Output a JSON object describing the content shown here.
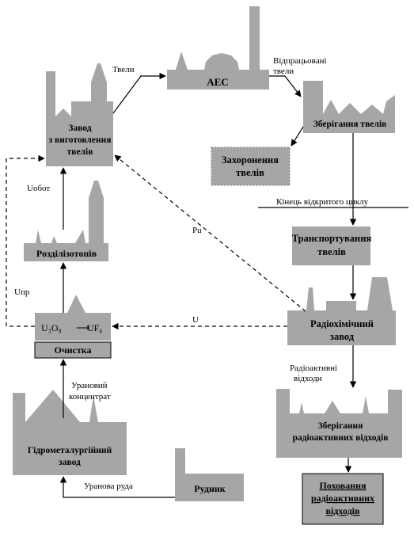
{
  "facilities": {
    "aes": "АЕС",
    "fuel_plant_line1": "Завод",
    "fuel_plant_line2": "з виготовлення",
    "fuel_plant_line3": "твелів",
    "storage": "Зберігання твелів",
    "burial_line1": "Захоронення",
    "burial_line2": "твелів",
    "transport_line1": "Транспортування",
    "transport_line2": "твелів",
    "isotope_separation": "Розділізотопів",
    "radiochem_line1": "Радіохімічний",
    "radiochem_line2": "завод",
    "conversion_left": "U₃O₈",
    "conversion_right": "UF₆",
    "purification": "Очистка",
    "hydromet_line1": "Гідрометалургійний",
    "hydromet_line2": "завод",
    "mine": "Рудник",
    "waste_storage_line1": "Зберігання",
    "waste_storage_line2": "радіоактивних відходів",
    "waste_burial_line1": "Поховання",
    "waste_burial_line2": "радіоактивних",
    "waste_burial_line3": "відходів"
  },
  "flows": {
    "fuel_rods": "Твели",
    "spent_line1": "Відпрацьовані",
    "spent_line2": "твели",
    "open_cycle_end": "Кінець відкритого циклу",
    "u_depleted": "Uобот",
    "u_enriched": "Uпр",
    "pu": "Pu",
    "u": "U",
    "radwaste_line1": "Радіоактивні",
    "radwaste_line2": "відходи",
    "concentrate_line1": "Урановий",
    "concentrate_line2": "концентрат",
    "ore": "Уранова руда"
  }
}
